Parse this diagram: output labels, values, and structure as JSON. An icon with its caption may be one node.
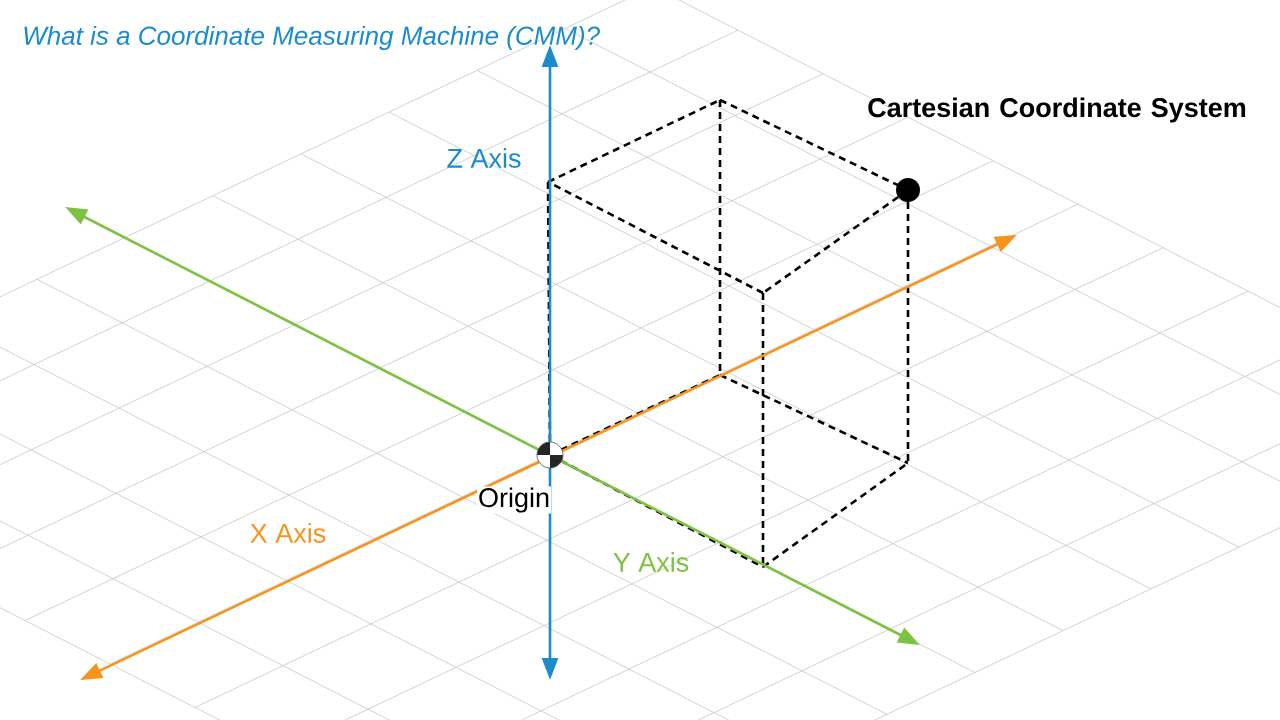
{
  "diagram": {
    "title": "What is a Coordinate Measuring Machine (CMM)?",
    "labels": [
      "Cartesian Coordinate System",
      "Z Axis",
      "Origin",
      "X Axis",
      "Y Axis"
    ]
  }
}
